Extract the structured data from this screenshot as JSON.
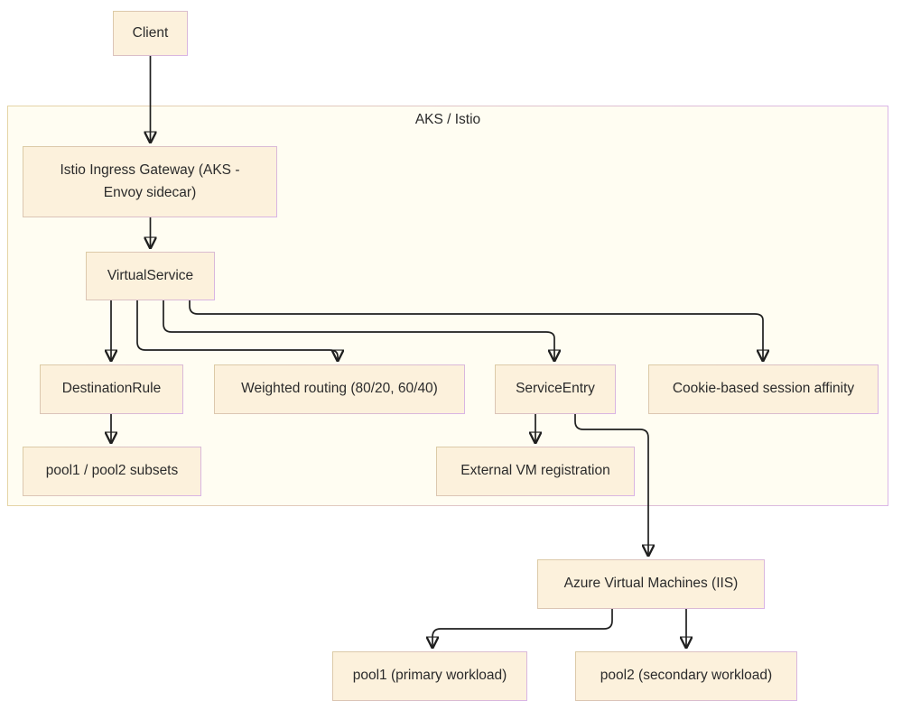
{
  "container": {
    "label": "AKS / Istio"
  },
  "nodes": {
    "client": {
      "label": "Client"
    },
    "ingress": {
      "label": "Istio Ingress Gateway (AKS -\nEnvoy sidecar)"
    },
    "virtualservice": {
      "label": "VirtualService"
    },
    "destinationrule": {
      "label": "DestinationRule"
    },
    "weighted": {
      "label": "Weighted routing (80/20, 60/40)"
    },
    "serviceentry": {
      "label": "ServiceEntry"
    },
    "cookie": {
      "label": "Cookie-based session affinity"
    },
    "subsets": {
      "label": "pool1 / pool2 subsets"
    },
    "externalvm": {
      "label": "External VM registration"
    },
    "azurevm": {
      "label": "Azure Virtual Machines (IIS)"
    },
    "pool1": {
      "label": "pool1 (primary workload)"
    },
    "pool2": {
      "label": "pool2 (secondary workload)"
    }
  },
  "edges": [
    {
      "from": "client",
      "to": "ingress"
    },
    {
      "from": "ingress",
      "to": "virtualservice"
    },
    {
      "from": "virtualservice",
      "to": "destinationrule"
    },
    {
      "from": "virtualservice",
      "to": "weighted"
    },
    {
      "from": "virtualservice",
      "to": "serviceentry"
    },
    {
      "from": "virtualservice",
      "to": "cookie"
    },
    {
      "from": "destinationrule",
      "to": "subsets"
    },
    {
      "from": "serviceentry",
      "to": "externalvm"
    },
    {
      "from": "serviceentry",
      "to": "azurevm"
    },
    {
      "from": "azurevm",
      "to": "pool1"
    },
    {
      "from": "azurevm",
      "to": "pool2"
    }
  ],
  "colors": {
    "node_fill": "#fcf1dc",
    "node_border_start": "#dccba4",
    "node_border_end": "#d9b4e6",
    "cluster_fill": "#fffdf2",
    "cluster_border_start": "#e5d4a5",
    "cluster_border_end": "#dbb6e7",
    "edge": "#1f1f1f",
    "text": "#2b2b2b",
    "background": "#ffffff"
  }
}
